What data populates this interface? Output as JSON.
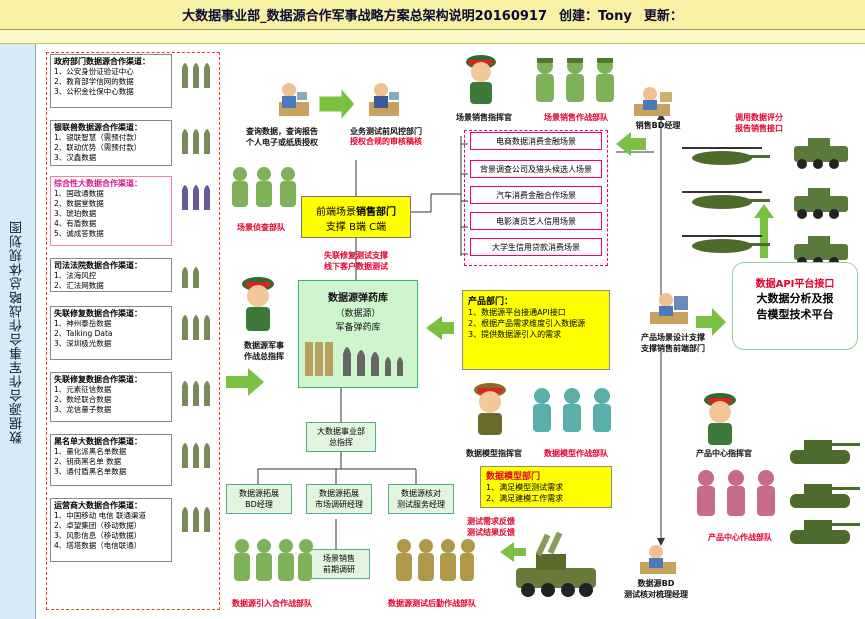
{
  "header": {
    "title": "大数据事业部_数据源合作军事战略方案总架构说明20160917",
    "creator": "创建：Tony",
    "updated": "更新："
  },
  "sidebar": {
    "title": "数据源合作军事合作战略总体规划图"
  },
  "channels": [
    {
      "title": "政府部门数据源合作渠道：",
      "items": [
        "1、公安身份证验证中心",
        "2、教育部学信网的数据",
        "3、公积金社保中心数据"
      ],
      "red": false
    },
    {
      "title": "银联兽数据源合作渠道：",
      "items": [
        "1、银联智慧（需预付款）",
        "2、联动优势（需预付款）",
        "3、汉鑫数据"
      ],
      "red": false
    },
    {
      "title": "综合性大数据合作渠道：",
      "items": [
        "1、国政通数据",
        "2、数据堂数据",
        "3、琥珀数据",
        "4、有盾数据",
        "5、诚成答数据"
      ],
      "red": true
    },
    {
      "title": "司法法院数据合作渠道：",
      "items": [
        "1、法海风控",
        "2、汇法网数据"
      ],
      "red": false
    },
    {
      "title": "失联修复数据合作渠道：",
      "items": [
        "1、神州泰岳数据",
        "2、Talking Data",
        "3、深圳极光数据"
      ],
      "red": false
    },
    {
      "title": "失联修复数据合作渠道：",
      "items": [
        "1、元素征信数据",
        "2、数经联合数据",
        "3、龙信量子数据"
      ],
      "red": false
    },
    {
      "title": "黑名单大数据合作渠道：",
      "items": [
        "1、量化派黑名单数据",
        "2、钥商黑名单    数据",
        "3、通付盾黑名单数据"
      ],
      "red": false
    },
    {
      "title": "运营商大数据合作渠道：",
      "items": [
        "1、中国移动 电信 联通渠道",
        "2、卓望集团（移动数据）",
        "3、风影信息（移动数据）",
        "4、塔塔数据（电信联通）"
      ],
      "red": false
    }
  ],
  "top_flow": {
    "query_label": "查询数据，查询报告\n个人电子或纸质授权",
    "risk_dept": "业务测试前风控部门",
    "risk_check": "授权合规的审核稿核"
  },
  "sales_commander": "场景销售指挥官",
  "sales_team": "场景销售作战部队",
  "scout_team": "场景侦查部队",
  "sales_dept": {
    "line1": "前端场景",
    "strong": "销售部门",
    "line2": "支撑  B端  C端"
  },
  "repair_support": "失联修复测试支撑\n线下客户数据测试",
  "scenarios": [
    "电商数据消费金融场景",
    "背景调查公司及猎头候选人场景",
    "汽车消费金融合作场景",
    "电影演员艺人信用场景",
    "大学生信用贷款消费场景"
  ],
  "sales_bd_manager": "销售BD经理",
  "call_data": "调用数据评分\n报告销售接口",
  "ammo_depot": {
    "title": "数据源弹药库",
    "sub": "（数据源）",
    "sub2": "军备弹药库"
  },
  "data_commander": "数据源军事\n作战总指挥",
  "product_box": {
    "title": "产品部门：",
    "items": [
      "1、数据源平台接通API接口",
      "2、根据产品需求维度引入数据源",
      "3、提供数据源引入的需求"
    ]
  },
  "product_support": "产品场景设计支撑\n支撑销售前端部门",
  "api_platform": {
    "red": "数据API平台接口",
    "line2": "大数据分析及报",
    "line3": "告模型技术平台"
  },
  "bigdata_hq": "大数据事业部\n总指挥",
  "model_commander": "数据模型指挥官",
  "model_team": "数据模型作战部队",
  "model_dept": {
    "title": "数据模型部门",
    "items": [
      "1、满足模型测试需求",
      "2、满足建模工作需求"
    ]
  },
  "product_center_commander": "产品中心指挥官",
  "product_center_team": "产品中心作战部队",
  "expand_bd": "数据源拓展\nBD经理",
  "expand_market": "数据源拓展\n市场调研经理",
  "verify_manager": "数据源核对\n测试服务经理",
  "test_feedback": "测试需求反馈\n测试结果反馈",
  "scene_research": "场景销售\n前期调研",
  "intro_team": "数据源引入合作战部队",
  "test_team": "数据源测试后勤作战部队",
  "bd_verify_manager": "数据源BD\n测试核对梳理经理",
  "colors": {
    "title_bg": "#f7f1a6",
    "red_label": "#e4002b",
    "pink": "#e0148c",
    "yellow": "#ffff00",
    "green": "#cff5cf",
    "arrow": "#7ac142"
  }
}
